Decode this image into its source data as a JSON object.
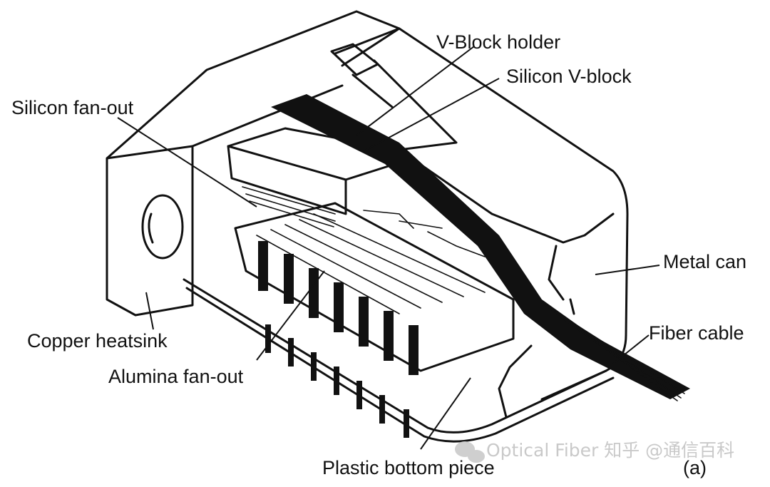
{
  "labels": {
    "v_block_holder": "V-Block holder",
    "silicon_v_block": "Silicon V-block",
    "silicon_fan_out": "Silicon fan-out",
    "metal_can": "Metal can",
    "copper_heatsink": "Copper heatsink",
    "fiber_cable": "Fiber cable",
    "alumina_fan_out": "Alumina fan-out",
    "plastic_bottom_piece": "Plastic bottom piece",
    "panel_tag": "(a)"
  },
  "watermark": {
    "text": "Optical Fiber 知乎 @通信百科",
    "icon": "wechat-icon"
  },
  "colors": {
    "ink": "#111111",
    "watermark": "#c9c9c9"
  }
}
